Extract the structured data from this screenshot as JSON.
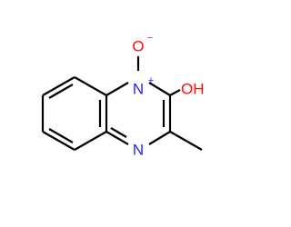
{
  "molecule": {
    "colors": {
      "bond": "#000000",
      "nitrogen": "#2222ff",
      "oxygen": "#ff0d0d",
      "background": "#ffffff"
    },
    "atoms": {
      "n_oxide": {
        "symbol": "N",
        "charge": "+"
      },
      "oxide_o": {
        "symbol": "O",
        "charge": "−"
      },
      "hydroxyl": {
        "symbol": "OH"
      },
      "ring_n": {
        "symbol": "N"
      }
    }
  }
}
